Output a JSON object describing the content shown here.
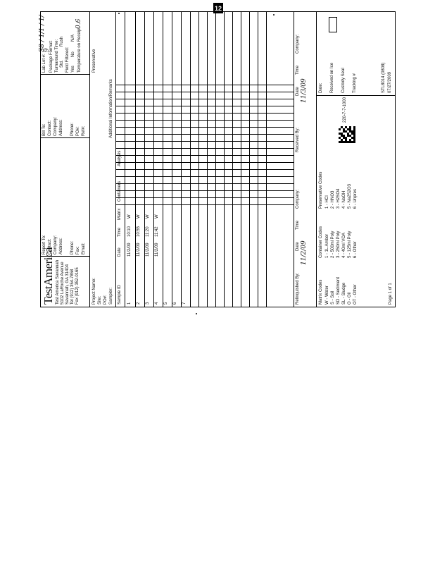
{
  "page_number": "12",
  "brand": "TestAmerica",
  "lab_address": [
    "Test America Savannah",
    "5102 LaRoche Avenue",
    "Savannah, GA 31404",
    "Tel (912) 354-7858",
    "Fax (912) 352-0165"
  ],
  "client": {
    "report_to": "Report To:",
    "contact": "Contact:",
    "company": "Company:",
    "address": "Address:",
    "phone": "Phone:",
    "fax": "Fax:",
    "email": "Email:",
    "project_name": "Project Name:",
    "site": "Site:",
    "po": "PO#:",
    "sampler": "Sampler:"
  },
  "bill_to": {
    "label": "Bill To:",
    "contact": "Contact:",
    "company": "Company:",
    "address": "Address:",
    "phone": "Phone:",
    "po": "PO#:",
    "ref": "Ref#:"
  },
  "header_right": {
    "lab_lot": "Lab Lot #:",
    "lot_value": "S8 / 1/1 / 1/ 9",
    "package_format": "Package Format:",
    "turnaround": "Turnaround Time:",
    "std": "Std.",
    "rush": "Rush",
    "yes": "Yes",
    "no": "No",
    "na": "N/A",
    "field_filtered": "Field Filtered:",
    "preservative": "Preservative",
    "temperature": "Temperature on Receipt",
    "temp_value": "0.6"
  },
  "sample_table": {
    "headers": [
      "Sample ID",
      "Date",
      "Time",
      "Matrix",
      "Containers",
      "Analysis"
    ],
    "rows": [
      {
        "id": "1",
        "date": "11/2/09",
        "time": "10:10",
        "matrix": "W"
      },
      {
        "id": "2",
        "date": "11/2/09",
        "time": "10:55",
        "matrix": "W"
      },
      {
        "id": "3",
        "date": "11/2/09",
        "time": "11:20",
        "matrix": "W"
      },
      {
        "id": "4",
        "date": "11/2/09",
        "time": "11:42",
        "matrix": "W"
      },
      {
        "id": "5",
        "date": "",
        "time": "",
        "matrix": ""
      },
      {
        "id": "6",
        "date": "",
        "time": "",
        "matrix": ""
      },
      {
        "id": "7",
        "date": "",
        "time": "",
        "matrix": ""
      }
    ],
    "column_note": "Additional Information/Remarks"
  },
  "relinquished": {
    "relinquished_by": "Relinquished By:",
    "received_by": "Received By:",
    "date": "Date",
    "time": "Time",
    "company": "Company:",
    "first_date": "11/2/09",
    "second_date": "11/3/09"
  },
  "lab_use": {
    "matrix_title": "Matrix Codes",
    "matrix": [
      "W - Water",
      "S - Soil",
      "SD - Sediment",
      "SL - Sludge",
      "O - Oil",
      "OT - Other"
    ],
    "container_title": "Container Codes",
    "containers": [
      "1 - 1L Amber",
      "2 - 500ml Poly",
      "3 - 250ml Poly",
      "4 - 40ml VOA",
      "5 - 125ml Poly",
      "6 - Other"
    ],
    "preservative_title": "Preservative Codes",
    "preservatives": [
      "1 - HCl",
      "2 - HNO3",
      "3 - H2SO4",
      "4 - NaOH",
      "5 - Na2S2O3",
      "6 - Unpres"
    ],
    "date_label": "Date:",
    "received_on_ice": "Received on Ice",
    "custody_seal": "Custody Seal",
    "tracking": "Tracking #",
    "barcode_text": "220-7-7-1000",
    "page_of": "Page 1 of 1",
    "form_id": "STL8014 (0808)",
    "date_stamp": "07/27/2009"
  }
}
